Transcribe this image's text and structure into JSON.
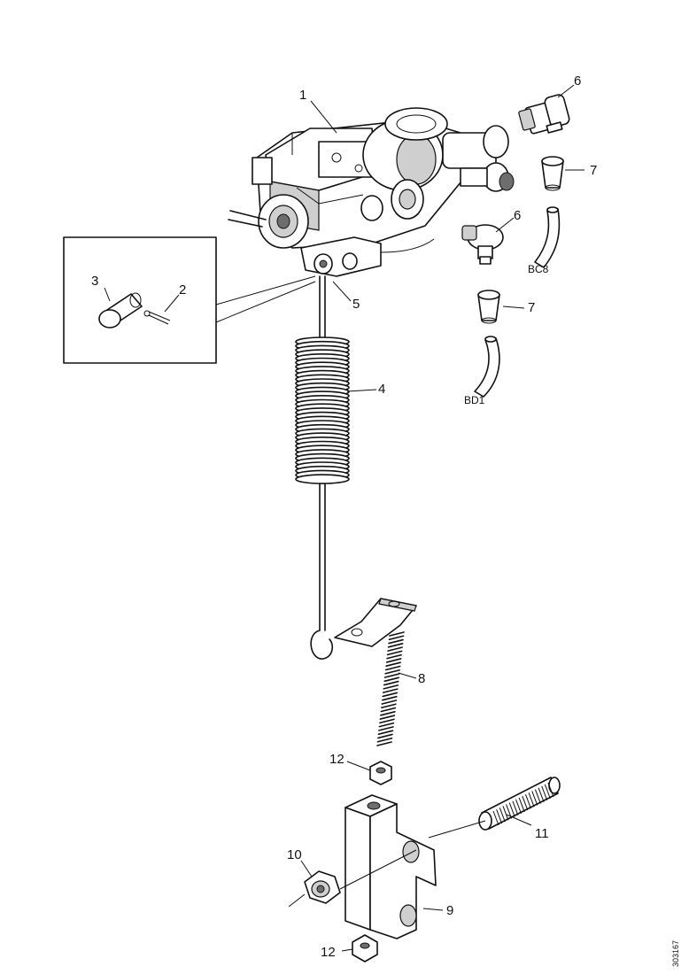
{
  "callouts": {
    "c1": "1",
    "c2": "2",
    "c3": "3",
    "c4": "4",
    "c5": "5",
    "c6a": "6",
    "c6b": "6",
    "c7a": "7",
    "c7b": "7",
    "c8": "8",
    "c9": "9",
    "c10": "10",
    "c11": "11",
    "c12a": "12",
    "c12b": "12"
  },
  "hose_labels": {
    "upper": "BC8",
    "lower": "BD1"
  },
  "drawing_ref": "303167"
}
